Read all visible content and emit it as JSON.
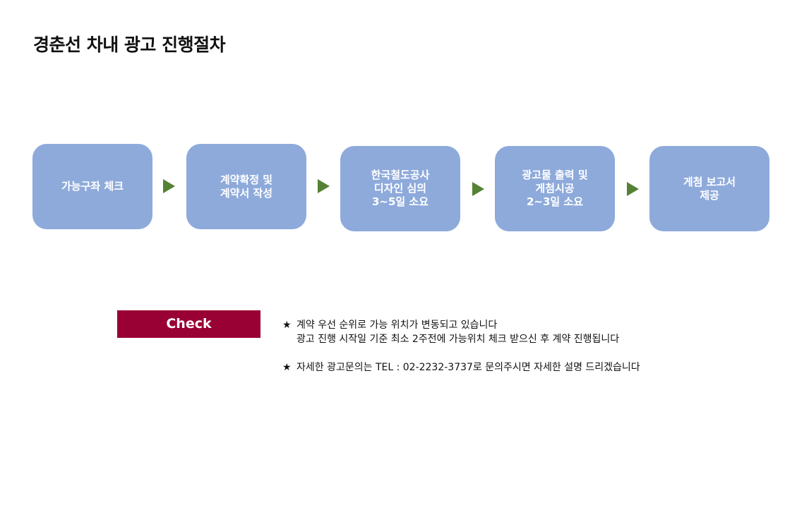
{
  "page": {
    "title": "경춘선 차내 광고 진행절차"
  },
  "steps": [
    {
      "label": "가능구좌 체크"
    },
    {
      "label": "계약확정 및\n계약서 작성"
    },
    {
      "label": "한국철도공사\n디자인 심의\n3~5일 소요"
    },
    {
      "label": "광고물 출력 및\n게첨시공\n2~3일 소요"
    },
    {
      "label": "게첨 보고서\n제공"
    }
  ],
  "check": {
    "label": "Check"
  },
  "notes": {
    "star_icon": "★",
    "items": [
      {
        "lines": [
          "계약 우선 순위로 가능 위치가 변동되고 있습니다",
          "광고 진행 시작일 기준 최소 2주전에 가능위치 체크 받으신 후 계약 진행됩니다"
        ]
      },
      {
        "lines": [
          "자세한 광고문의는 TEL : 02-2232-3737로 문의주시면 자세한 설명 드리겠습니다"
        ]
      }
    ]
  },
  "colors": {
    "step_fill": "#8eaadb",
    "arrow": "#548235",
    "check_fill": "#990033"
  }
}
